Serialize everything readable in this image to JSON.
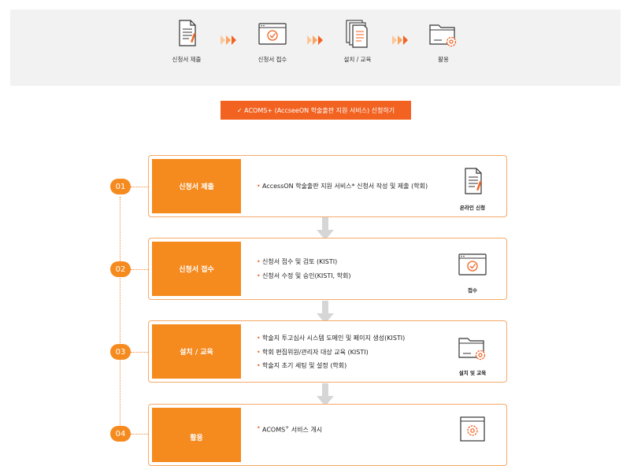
{
  "top_steps": [
    {
      "label": "신청서 제출",
      "icon": "document-icon"
    },
    {
      "label": "신청서 접수",
      "icon": "window-check-icon"
    },
    {
      "label": "설치 / 교육",
      "icon": "documents-stack-icon"
    },
    {
      "label": "활용",
      "icon": "folder-gear-icon"
    }
  ],
  "cta": {
    "label": "✓ ACOMS+ (AccseeON 학술출판 지원 서비스) 신청하기"
  },
  "steps": [
    {
      "number": "01",
      "title": "신청서 제출",
      "bullets": [
        "AccessON 학술출판 지원 서비스* 신청서 작성 및 제출 (학회)"
      ],
      "icon_label": "온라인 신청"
    },
    {
      "number": "02",
      "title": "신청서 접수",
      "bullets": [
        "신청서 접수 및 검토 (KISTI)",
        "신청서 수정 및 승인(KISTI, 학회)"
      ],
      "icon_label": "접수"
    },
    {
      "number": "03",
      "title": "설치 / 교육",
      "bullets": [
        "학술지 투고심사 시스템 도메인 및 페이지 생성(KISTI)",
        "학회 편집위원/관리자 대상 교육 (KISTI)",
        "학술지 초기 세팅 및 설정 (학회)"
      ],
      "icon_label": "설치 및 교육"
    },
    {
      "number": "04",
      "title": "활용",
      "bullets_first": {
        "text": "ACOMS",
        "sup": "+",
        "rest": " 서비스 개시"
      },
      "icon_label": ""
    }
  ],
  "colors": {
    "accent": "#f26322",
    "orange": "#f58a1f",
    "border": "#f5a96a",
    "band": "#f2f2f2",
    "arrow_gray": "#d6d6d6"
  }
}
